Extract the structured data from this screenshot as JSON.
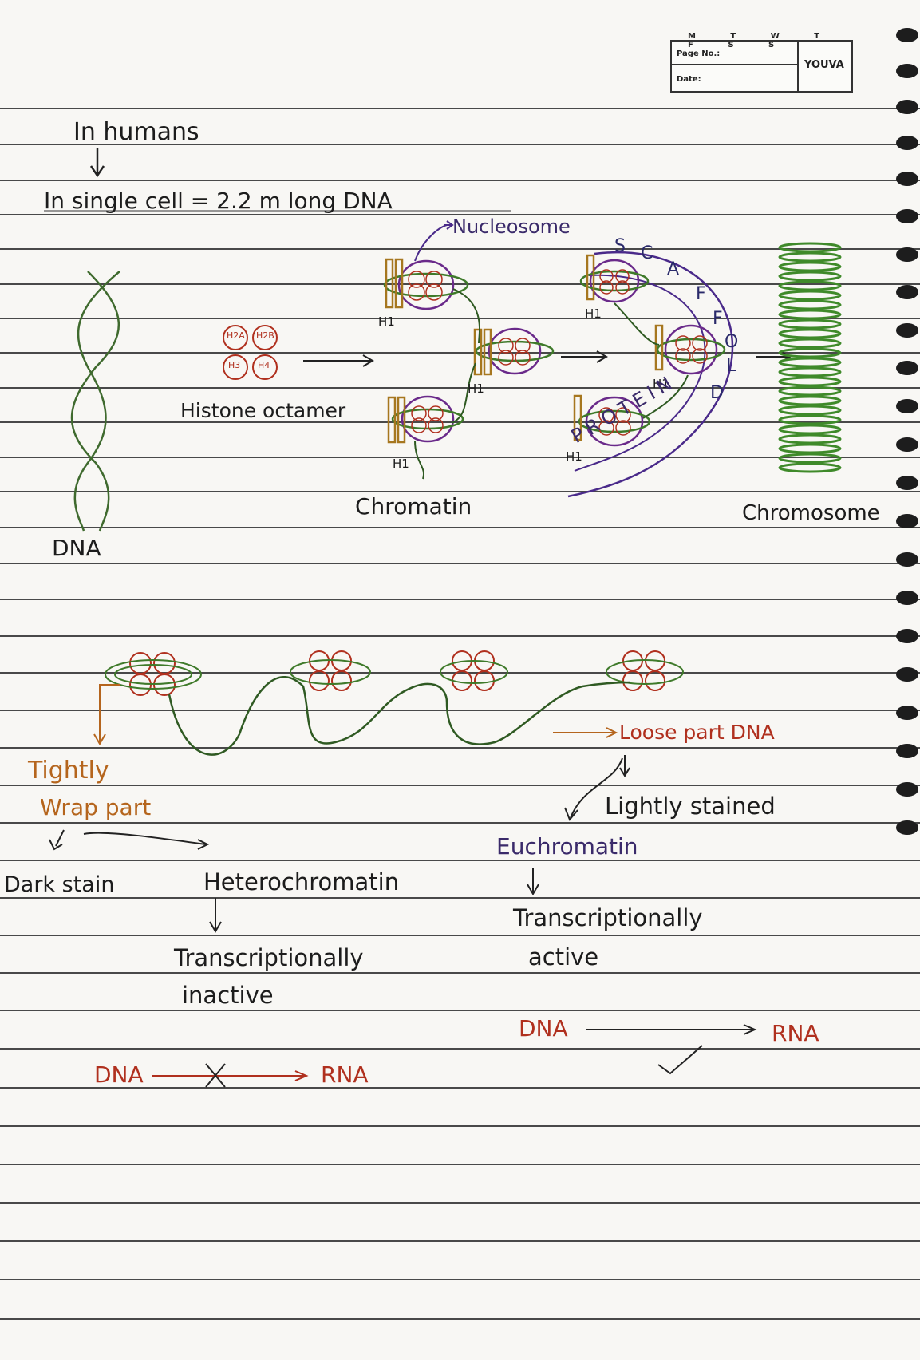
{
  "header": {
    "days": "M T W T F S S",
    "page_no_label": "Page No.:",
    "date_label": "Date:",
    "brand": "YOUVA"
  },
  "notes": {
    "line1": "In humans",
    "line2": "In single cell = 2.2 m long DNA",
    "nucleosome": "Nucleosome",
    "histone_labels": [
      "H2A",
      "H2B",
      "H3",
      "H4"
    ],
    "histone_octamer": "Histone octamer",
    "h1": "H1",
    "dna": "DNA",
    "chromatin": "Chromatin",
    "scaffold_letters": [
      "S",
      "C",
      "A",
      "F",
      "F",
      "O",
      "L",
      "D"
    ],
    "protein_letters": "PROTEIN",
    "chromosome": "Chromosome",
    "tightly": "Tightly",
    "wrap_part": "Wrap part",
    "dark_stain": "Dark stain",
    "heterochromatin": "Heterochromatin",
    "hetero_trans_1": "Transcriptionally",
    "hetero_trans_2": "inactive",
    "dna_rna_left_dna": "DNA",
    "dna_rna_left_rna": "RNA",
    "loose_part": "Loose part DNA",
    "lightly_stained": "Lightly stained",
    "euchromatin": "Euchromatin",
    "eu_trans_1": "Transcriptionally",
    "eu_trans_2": "active",
    "dna_rna_right_dna": "DNA",
    "dna_rna_right_rna": "RNA"
  },
  "colors": {
    "ink": "#1c1c1c",
    "red_ink": "#b0301e",
    "green_ink": "#3f7a2a",
    "orange_ink": "#b5651d",
    "purple_ink": "#4a2a8a"
  }
}
